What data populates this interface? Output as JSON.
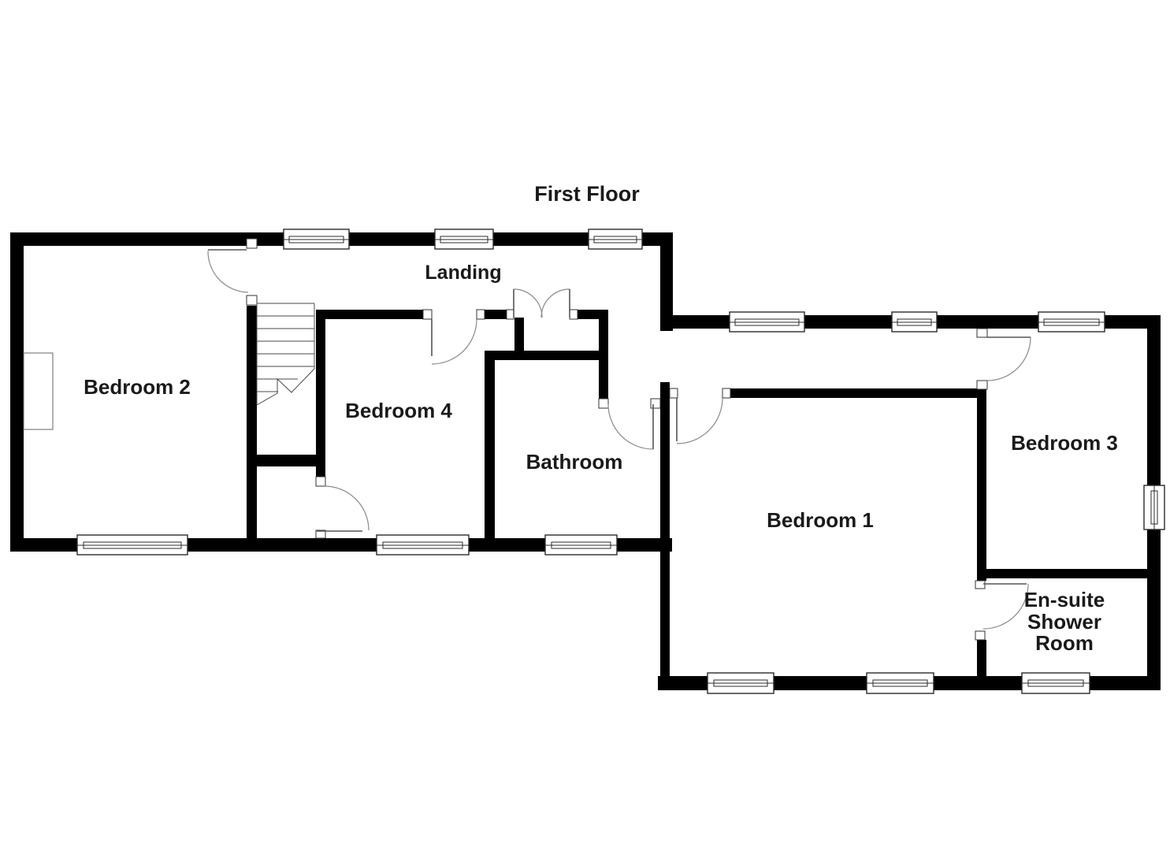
{
  "title": "First Floor",
  "rooms": {
    "bedroom2": "Bedroom 2",
    "bedroom4": "Bedroom 4",
    "landing": "Landing",
    "bathroom": "Bathroom",
    "bedroom1": "Bedroom 1",
    "bedroom3": "Bedroom 3",
    "ensuite_line1": "En-suite",
    "ensuite_line2": "Shower",
    "ensuite_line3": "Room"
  },
  "colors": {
    "wall": "#000000",
    "background": "#ffffff",
    "door_arc": "#8a8a8a",
    "label": "#1a1a1a"
  }
}
